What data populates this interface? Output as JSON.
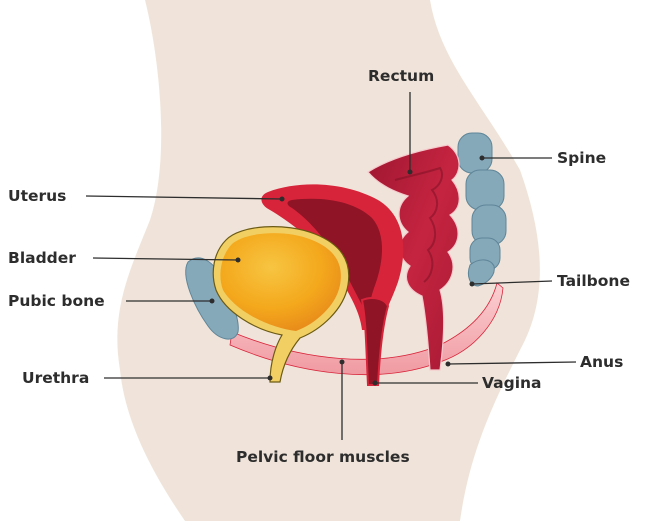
{
  "labels": {
    "rectum": "Rectum",
    "spine": "Spine",
    "uterus": "Uterus",
    "bladder": "Bladder",
    "tailbone": "Tailbone",
    "pubic_bone": "Pubic bone",
    "anus": "Anus",
    "urethra": "Urethra",
    "vagina": "Vagina",
    "pelvic_floor_muscles": "Pelvic floor muscles"
  },
  "colors": {
    "body": "#f0e4da",
    "uterus": "#d8243a",
    "uterus_cavity": "#8e1426",
    "rectum": "#b81e36",
    "bladder_fill": "#f4a81c",
    "bladder_wall": "#f2cf62",
    "bone": "#86a9ba",
    "muscle": "#f6b4b8",
    "text": "#2d2d2d"
  }
}
